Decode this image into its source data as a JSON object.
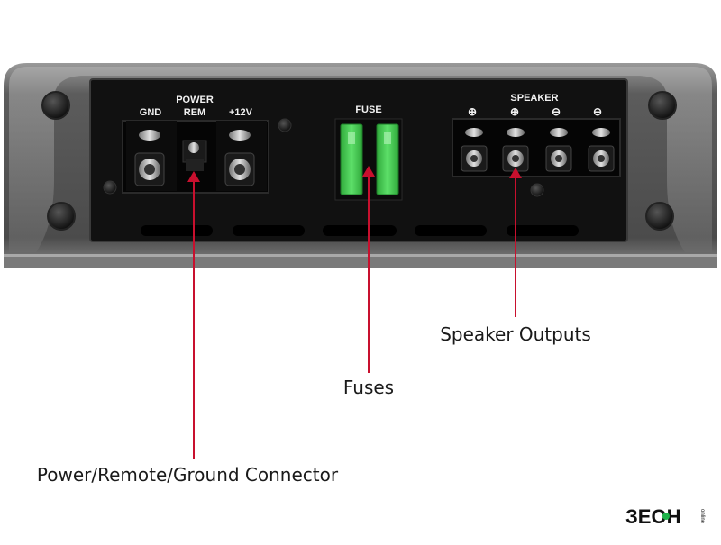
{
  "panel": {
    "labels": {
      "gnd": "GND",
      "power": "POWER",
      "rem": "REM",
      "plus12v": "+12V",
      "fuse": "FUSE",
      "speaker": "SPEAKER"
    },
    "speaker_polarity": [
      "⊕",
      "⊕",
      "⊖",
      "⊖"
    ]
  },
  "callouts": {
    "speaker_outputs": "Speaker Outputs",
    "fuses": "Fuses",
    "power_connector": "Power/Remote/Ground Connector"
  },
  "colors": {
    "arrow": "#c8102e",
    "fuse": "#3fd34a",
    "chassis": "#6a6a6a",
    "panel": "#111111"
  },
  "logo": {
    "text": "ЗЕОН",
    "small": "online"
  }
}
